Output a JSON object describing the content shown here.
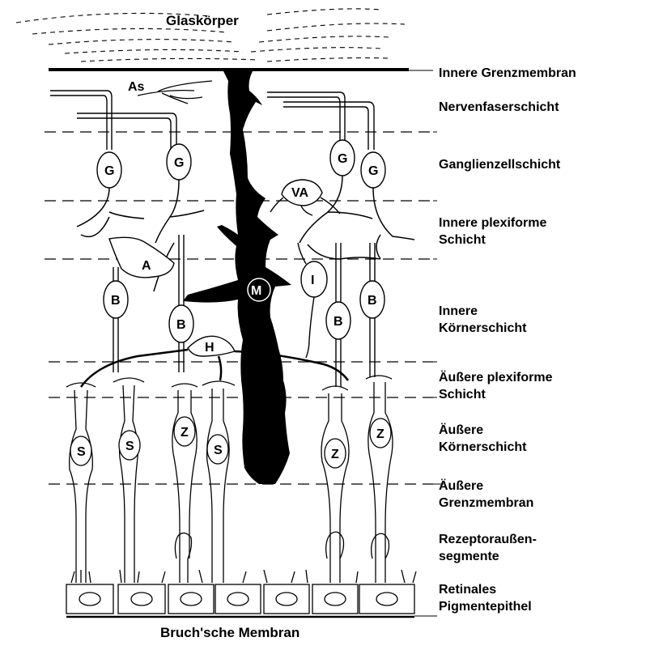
{
  "titles": {
    "top": "Glaskörper",
    "bottom": "Bruch'sche Membran"
  },
  "layers": [
    {
      "line1": "Innere Grenzmembran",
      "line2": ""
    },
    {
      "line1": "Nervenfaserschicht",
      "line2": ""
    },
    {
      "line1": "Ganglienzellschicht",
      "line2": ""
    },
    {
      "line1": "Innere plexiforme",
      "line2": "Schicht"
    },
    {
      "line1": "Innere",
      "line2": "Körnerschicht"
    },
    {
      "line1": "Äußere plexiforme",
      "line2": "Schicht"
    },
    {
      "line1": "Äußere",
      "line2": "Körnerschicht"
    },
    {
      "line1": "Äußere",
      "line2": "Grenzmembran"
    },
    {
      "line1": "Rezeptoraußen-",
      "line2": "segmente"
    },
    {
      "line1": "Retinales",
      "line2": "Pigmentepithel"
    }
  ],
  "cell_labels": {
    "astrocyte": "As",
    "ganglion": "G",
    "amacrine_displaced": "VA",
    "amacrine": "A",
    "interplexiform": "I",
    "mueller": "M",
    "bipolar": "B",
    "horizontal": "H",
    "rod": "S",
    "cone": "Z"
  }
}
